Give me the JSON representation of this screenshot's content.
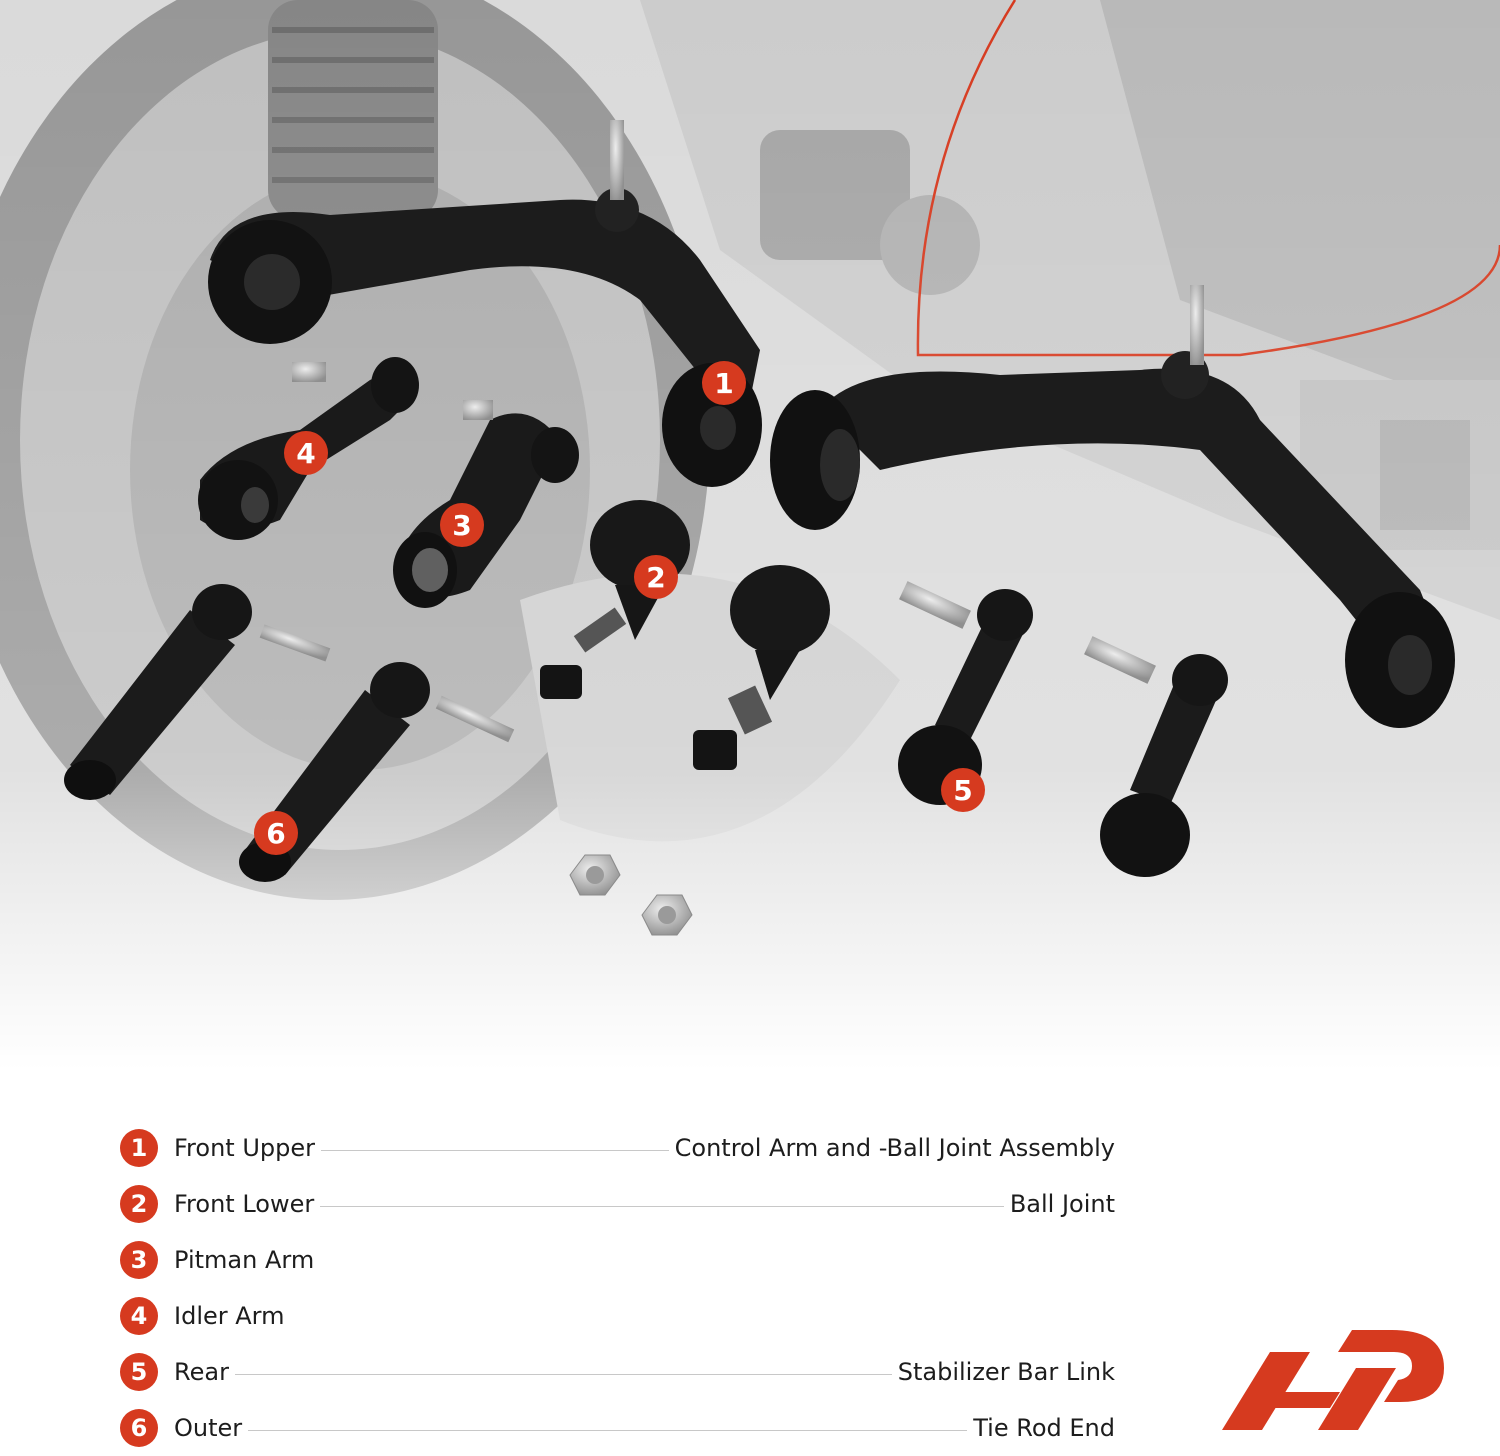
{
  "callouts": [
    {
      "num": "1"
    },
    {
      "num": "2"
    },
    {
      "num": "3"
    },
    {
      "num": "4"
    },
    {
      "num": "5"
    },
    {
      "num": "6"
    }
  ],
  "legend": [
    {
      "num": "1",
      "left": "Front Upper",
      "right": "Control Arm and -Ball Joint Assembly"
    },
    {
      "num": "2",
      "left": "Front Lower",
      "right": "Ball Joint"
    },
    {
      "num": "3",
      "left": "Pitman Arm",
      "right": ""
    },
    {
      "num": "4",
      "left": "Idler Arm",
      "right": ""
    },
    {
      "num": "5",
      "left": "Rear",
      "right": "Stabilizer Bar Link"
    },
    {
      "num": "6",
      "left": "Outer",
      "right": "Tie Rod End"
    }
  ],
  "colors": {
    "accent": "#d63a1f",
    "part": "#1a1a1a",
    "background_photo": "#bdbdbd"
  },
  "logo": {
    "icon": "brand-logo-icon"
  }
}
